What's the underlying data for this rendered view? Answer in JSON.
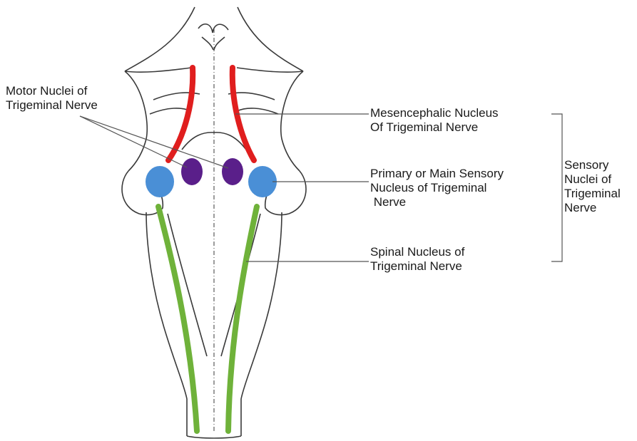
{
  "labels": {
    "motor": [
      "Motor Nuclei of",
      "Trigeminal Nerve"
    ],
    "mesencephalic": [
      "Mesencephalic Nucleus",
      "Of Trigeminal Nerve"
    ],
    "primary": [
      "Primary or Main Sensory",
      "Nucleus of Trigeminal",
      " Nerve"
    ],
    "spinal": [
      "Spinal Nucleus of",
      "Trigeminal Nerve"
    ],
    "sensory_group": [
      "Sensory",
      "Nuclei of",
      "Trigeminal",
      "Nerve"
    ]
  },
  "colors": {
    "outline": "#3a3a3a",
    "mesencephalic_nucleus": "#e01e1e",
    "motor_nucleus": "#5a1f8a",
    "main_sensory_nucleus": "#4a8fd6",
    "spinal_nucleus": "#6fb23a",
    "leader_line": "#555555"
  }
}
